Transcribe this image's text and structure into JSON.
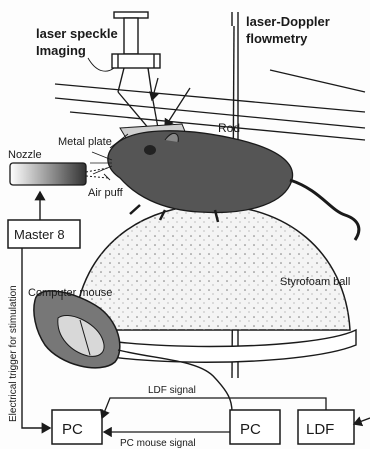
{
  "labels": {
    "laser_speckle": "laser speckle",
    "imaging": "Imaging",
    "laser_doppler": "laser-Doppler",
    "flowmetry": "flowmetry",
    "rod": "Rod",
    "metal_plate": "Metal plate",
    "nozzle": "Nozzle",
    "air_puff": "Air puff",
    "master8": "Master 8",
    "styrofoam_ball": "Styrofoam ball",
    "computer_mouse": "Computer mouse",
    "electrical_trigger": "Electrical trigger for stimulation",
    "ldf_signal": "LDF signal",
    "pc_mouse_signal": "PC mouse signal",
    "pc_left": "PC",
    "pc_right": "PC",
    "ldf": "LDF"
  },
  "colors": {
    "ink": "#1a1a1a",
    "mouse_body": "#555555",
    "ball_fill": "#f4f4f4",
    "paper": "#fdfdfd"
  }
}
